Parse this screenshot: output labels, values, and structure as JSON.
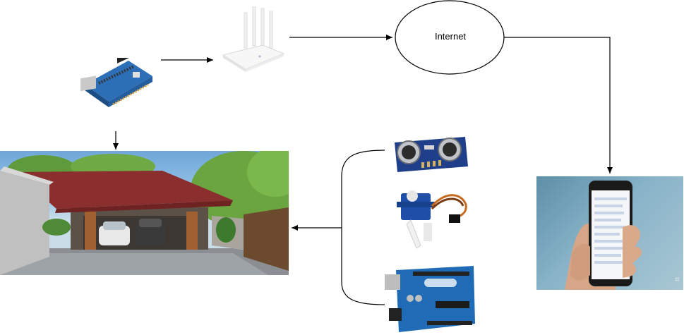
{
  "internet": {
    "label": "Internet"
  },
  "colors": {
    "line": "#000000",
    "arduino_blue": "#1f6bb5",
    "shield_blue": "#2d6fb7",
    "roof": "#8a2e2e",
    "servo_blue": "#1e4ea8"
  },
  "nodes": [
    {
      "name": "ethernet-shield",
      "icon": "ethernet-shield-image"
    },
    {
      "name": "wifi-router",
      "icon": "router-image"
    },
    {
      "name": "internet-cloud",
      "icon": "ellipse"
    },
    {
      "name": "smartphone",
      "icon": "phone-in-hand-image"
    },
    {
      "name": "garage-house",
      "icon": "garage-photo"
    },
    {
      "name": "ultrasonic-sensor",
      "icon": "hc-sr04-image"
    },
    {
      "name": "servo-motor",
      "icon": "servo-image"
    },
    {
      "name": "arduino-uno",
      "icon": "arduino-uno-image"
    }
  ]
}
